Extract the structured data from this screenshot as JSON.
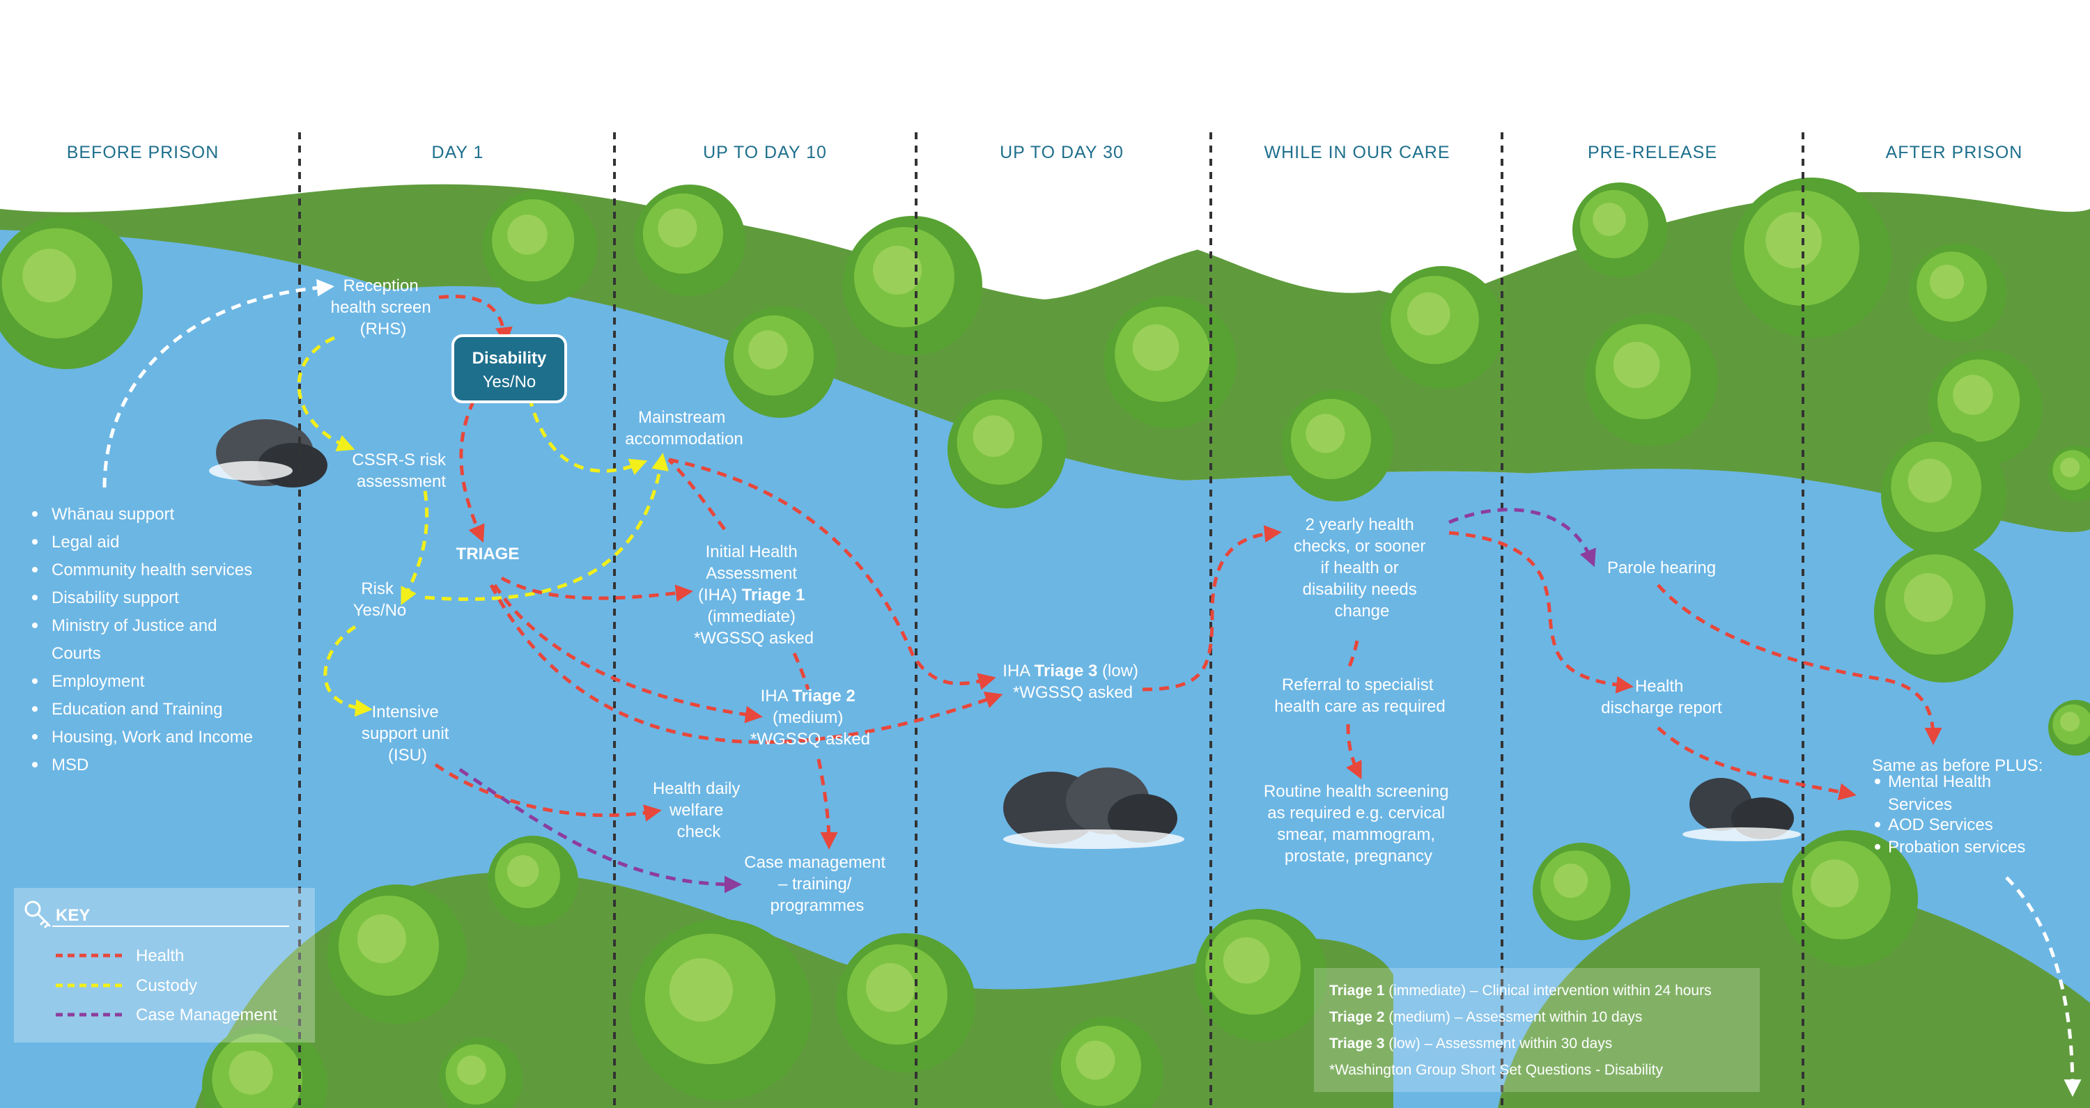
{
  "colors": {
    "river": "#6cb6e4",
    "bank": "#5f9b3c",
    "teal": "#1e6f8c",
    "health": "#e8473b",
    "custody": "#f2ef1a",
    "case_management": "#8d3d9c",
    "white": "#ffffff"
  },
  "phases": [
    "BEFORE PRISON",
    "DAY 1",
    "UP TO DAY 10",
    "UP TO DAY 30",
    "WHILE IN OUR CARE",
    "PRE-RELEASE",
    "AFTER PRISON"
  ],
  "before_prison": {
    "items": [
      "Whānau support",
      "Legal aid",
      "Community health services",
      "Disability support",
      "Ministry of Justice and",
      "Courts",
      "Employment",
      "Education and Training",
      "Housing, Work and Income",
      "MSD"
    ]
  },
  "nodes": {
    "reception": [
      "Reception",
      "health screen",
      "(RHS)"
    ],
    "disability": {
      "title": "Disability",
      "sub": "Yes/No"
    },
    "cssr": [
      "CSSR-S risk",
      "assessment"
    ],
    "triage": "TRIAGE",
    "risk": [
      "Risk",
      "Yes/No"
    ],
    "isu": [
      "Intensive",
      "support unit",
      "(ISU)"
    ],
    "mainstream": [
      "Mainstream",
      "accommodation"
    ],
    "iha1": {
      "l1": "Initial Health",
      "l2": "Assessment",
      "l3a": "(IHA) ",
      "l3b": "Triage 1",
      "l4": "(immediate)",
      "l5": "*WGSSQ asked"
    },
    "iha2": {
      "l1a": "IHA ",
      "l1b": "Triage 2",
      "l2": "(medium)",
      "l3": "*WGSSQ asked"
    },
    "iha3": {
      "l1a": "IHA ",
      "l1b": "Triage 3",
      "l1c": " (low)",
      "l2": "*WGSSQ asked"
    },
    "welfare": [
      "Health daily",
      "welfare",
      "check"
    ],
    "casemgmt": [
      "Case management",
      "– training/",
      "programmes"
    ],
    "yearly": [
      "2 yearly health",
      "checks, or sooner",
      "if health or",
      "disability needs",
      "change"
    ],
    "referral": [
      "Referral to specialist",
      "health care as required"
    ],
    "routine": [
      "Routine health screening",
      "as required e.g. cervical",
      "smear, mammogram,",
      "prostate, pregnancy"
    ],
    "parole": "Parole hearing",
    "discharge": [
      "Health",
      "discharge report"
    ]
  },
  "after_prison": {
    "heading": "Same as before PLUS:",
    "items": [
      "Mental Health",
      "Services",
      "AOD Services",
      "Probation services"
    ]
  },
  "key": {
    "title": "KEY",
    "items": [
      {
        "label": "Health",
        "color": "#e8473b"
      },
      {
        "label": "Custody",
        "color": "#f2ef1a"
      },
      {
        "label": "Case Management",
        "color": "#8d3d9c"
      }
    ]
  },
  "triage_notes": [
    {
      "bold": "Triage 1",
      "text": " (immediate) – Clinical intervention within 24 hours"
    },
    {
      "bold": "Triage 2",
      "text": " (medium) – Assessment within 10 days"
    },
    {
      "bold": "Triage 3",
      "text": " (low) – Assessment within 30 days"
    },
    {
      "bold": "",
      "text": "*Washington Group Short Set Questions - Disability"
    }
  ]
}
